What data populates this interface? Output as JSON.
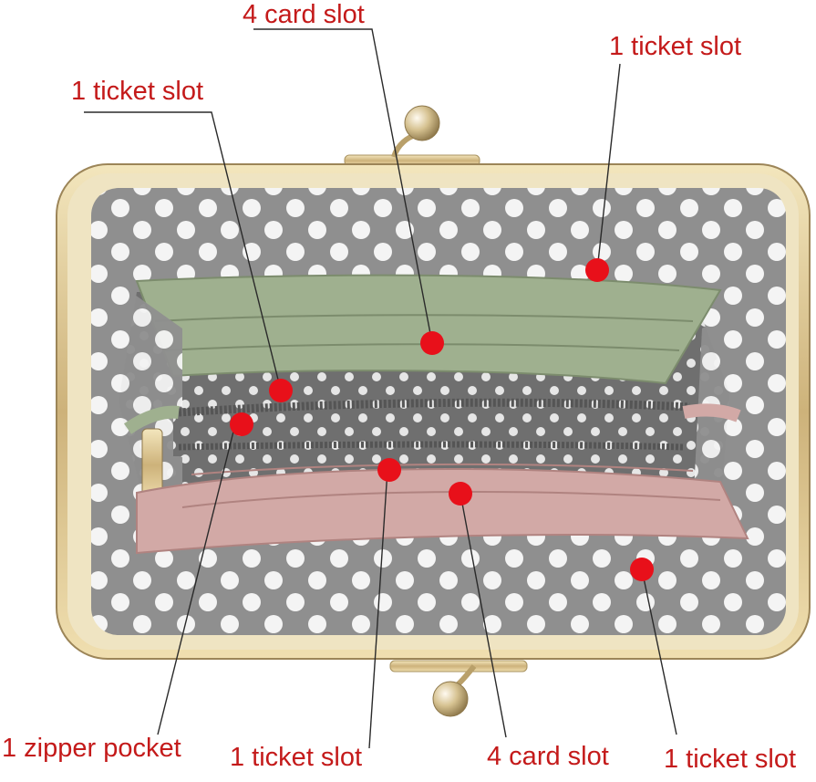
{
  "labels": {
    "top_card_slot": "4 card slot",
    "top_right_ticket": "1 ticket slot",
    "top_left_ticket": "1 ticket slot",
    "bottom_zipper": "1 zipper pocket",
    "bottom_ticket_center": "1 ticket slot",
    "bottom_card_slot": "4 card slot",
    "bottom_right_ticket": "1 ticket slot"
  },
  "colors": {
    "label_text": "#c41a1a",
    "marker_dot": "#e8101a",
    "leader_line": "#2a2a2a",
    "lining_gray": "#8f8f8f",
    "polka_dot": "#f4f4f4",
    "frame_gold": "#d8c48c",
    "sage_leather": "#9fb08f",
    "pink_leather": "#d2a9a6"
  }
}
